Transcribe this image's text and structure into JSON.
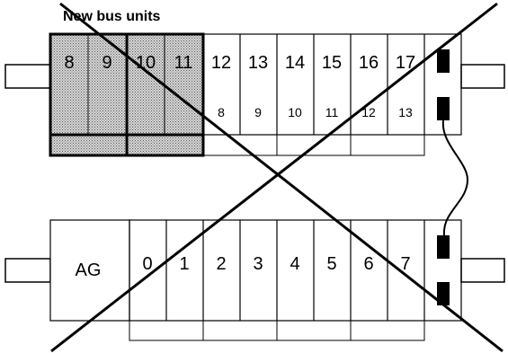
{
  "title": "New bus units",
  "upper_rack": {
    "new_slots": [
      "8",
      "9",
      "10",
      "11"
    ],
    "slots": [
      {
        "top": "12",
        "bottom": "8"
      },
      {
        "top": "13",
        "bottom": "9"
      },
      {
        "top": "14",
        "bottom": "10"
      },
      {
        "top": "15",
        "bottom": "11"
      },
      {
        "top": "16",
        "bottom": "12"
      },
      {
        "top": "17",
        "bottom": "13"
      }
    ]
  },
  "lower_rack": {
    "ag_label": "AG",
    "slots": [
      "0",
      "1",
      "2",
      "3",
      "4",
      "5",
      "6",
      "7"
    ]
  },
  "colors": {
    "line": "#000000",
    "hatch": "#c8c8c8",
    "bg": "#ffffff"
  }
}
